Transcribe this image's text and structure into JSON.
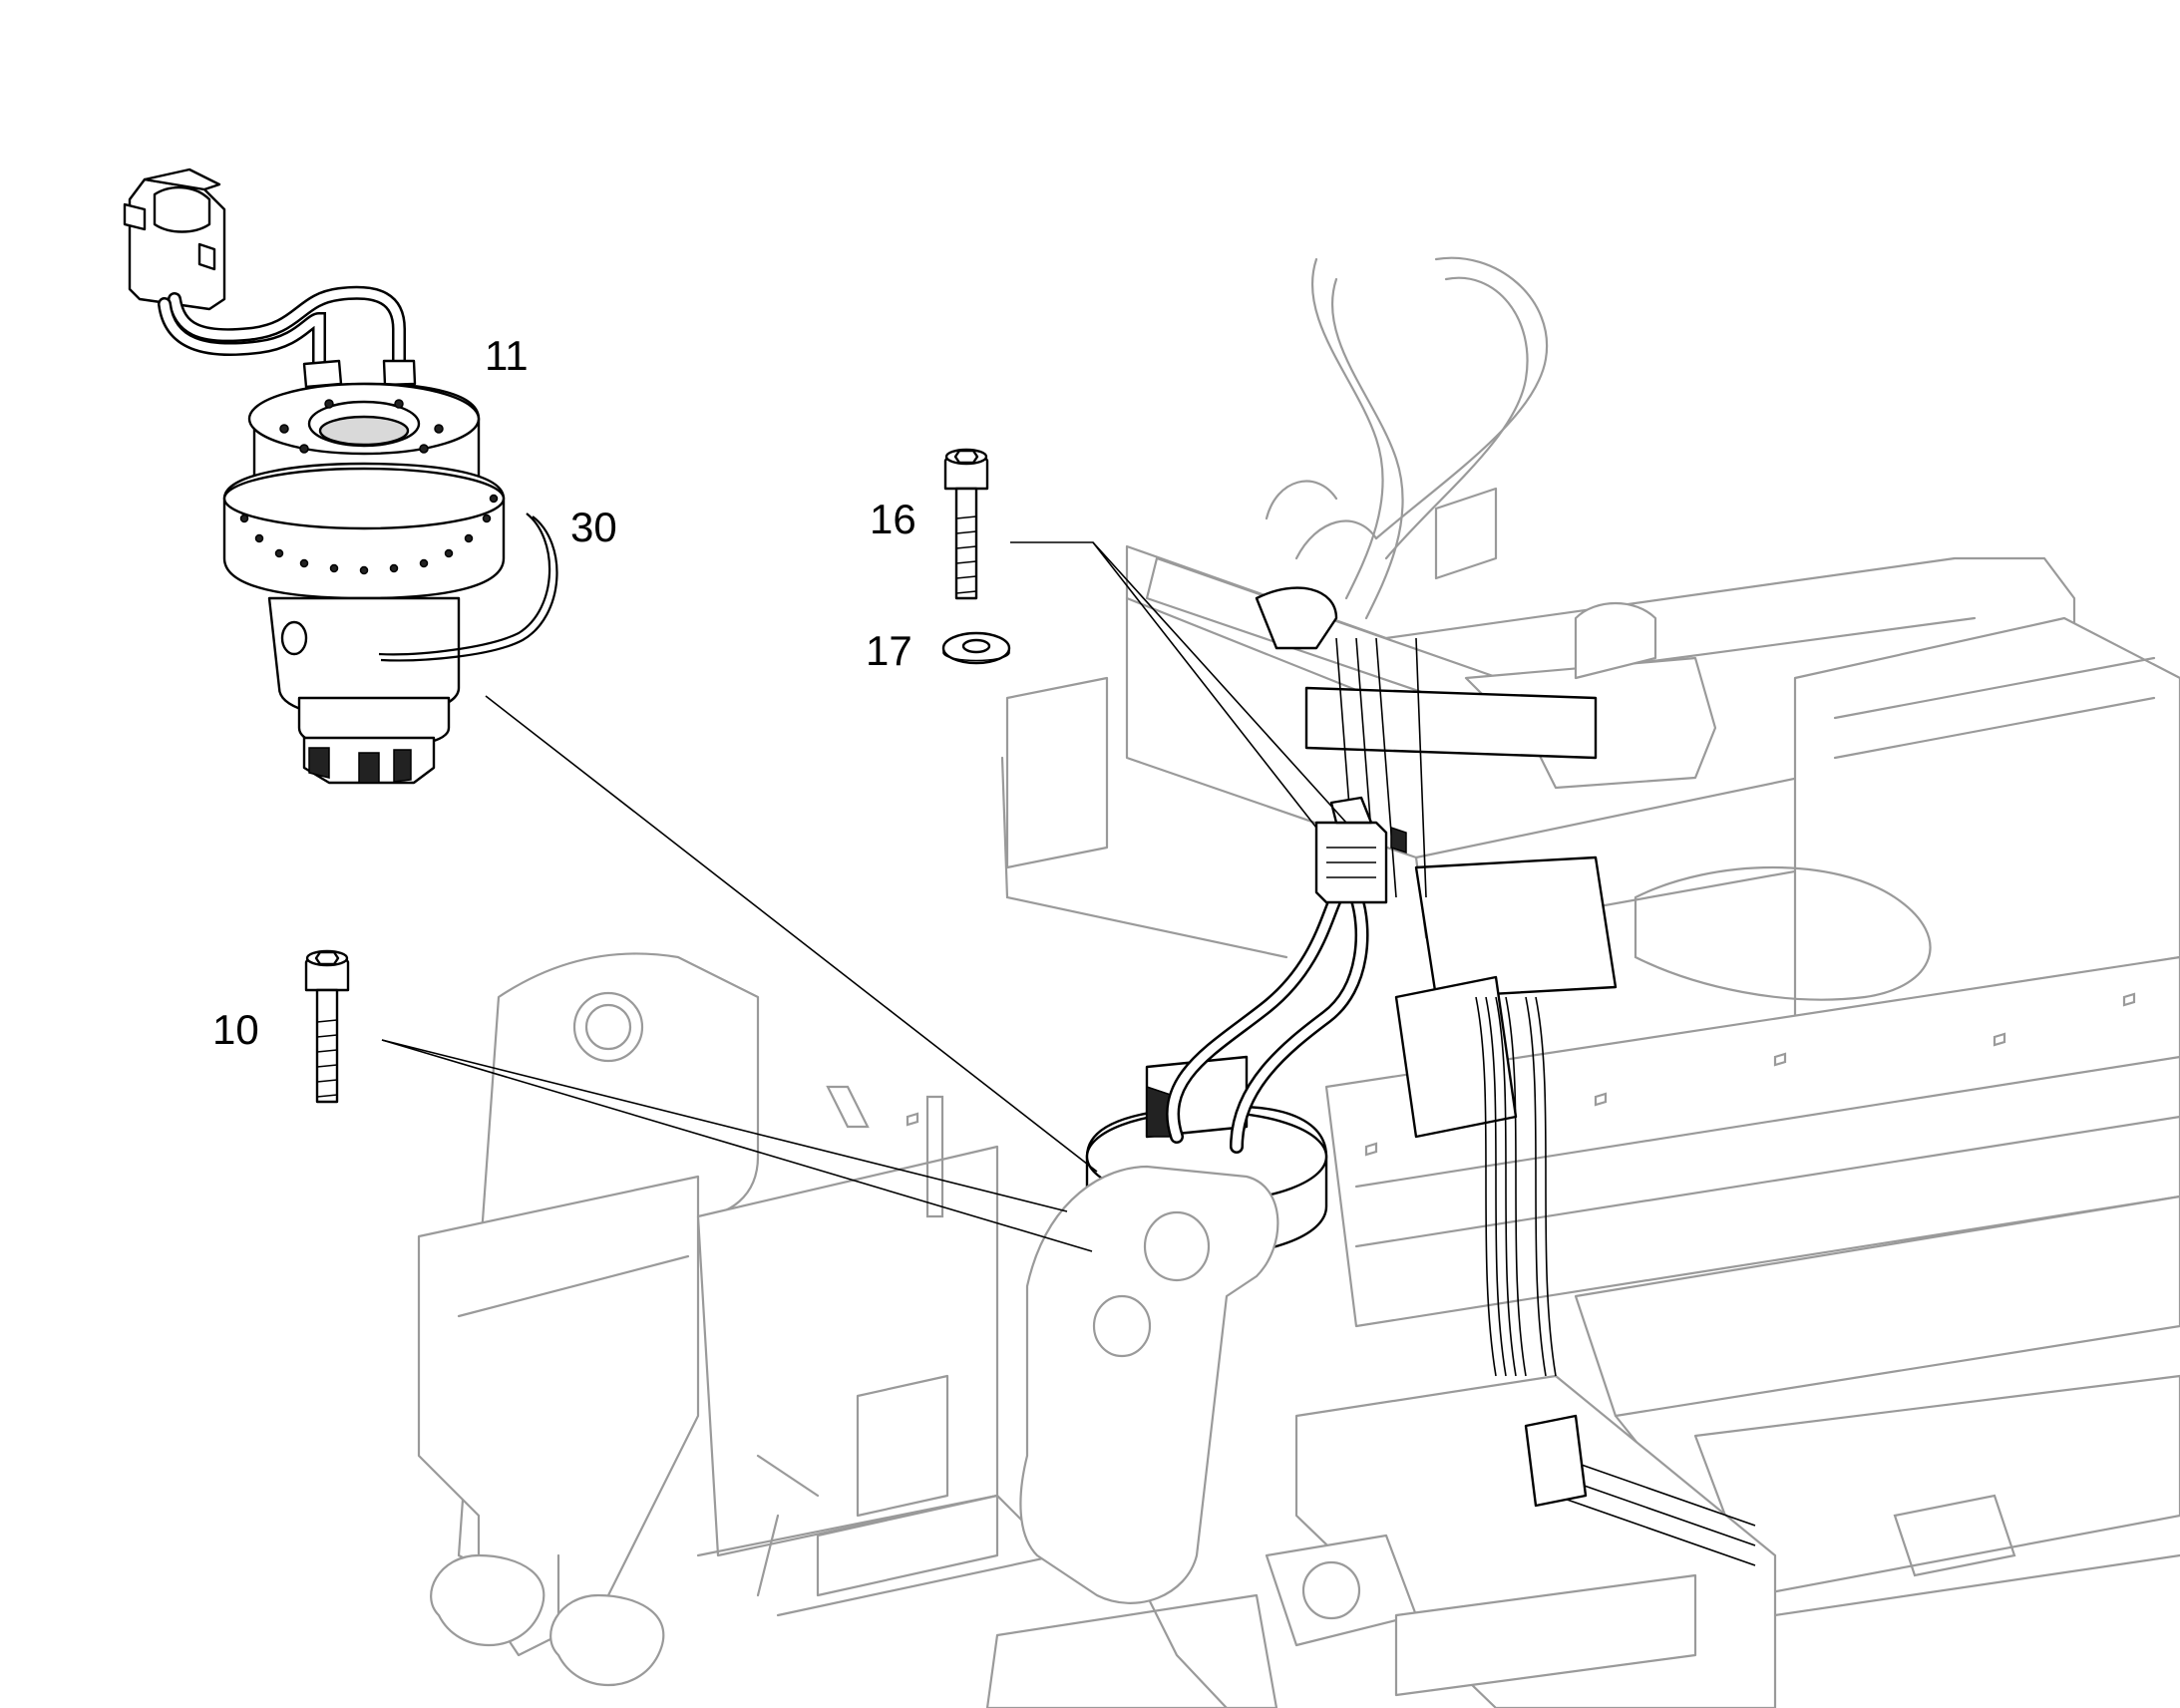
{
  "callouts": [
    {
      "id": "callout-11",
      "text": "11"
    },
    {
      "id": "callout-30",
      "text": "30"
    },
    {
      "id": "callout-16",
      "text": "16"
    },
    {
      "id": "callout-17",
      "text": "17"
    },
    {
      "id": "callout-10",
      "text": "10"
    }
  ]
}
